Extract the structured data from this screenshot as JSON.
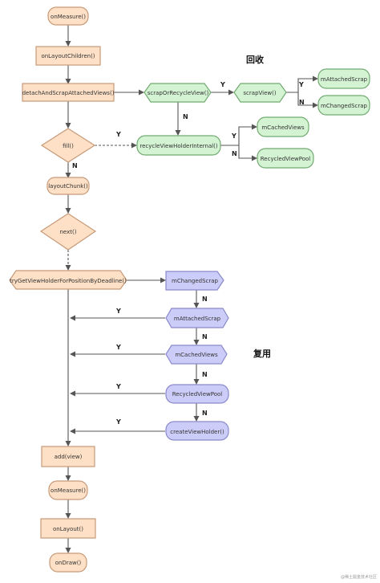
{
  "colors": {
    "orange_fill": "#FDE0C6",
    "orange_stroke": "#C79A79",
    "green_fill": "#D4F3D3",
    "green_stroke": "#72AB72",
    "purple_fill": "#CCCCF8",
    "purple_stroke": "#8A8ACB",
    "edge": "#555555"
  },
  "titles": {
    "recycle": "回收",
    "reuse": "复用"
  },
  "nodes": {
    "onMeasure_top": "onMeasure()",
    "onLayoutChildren": "onLayoutChildren()",
    "detachAndScrap": "detachAndScrapAttachedViews()",
    "fill": "fill()",
    "layoutChunk": "layoutChunk()",
    "next": "next()",
    "tryGetViewHolder": "tryGetViewHolderForPositionByDeadline()",
    "add": "add(view)",
    "onMeasure_bottom": "onMeasure()",
    "onLayout": "onLayout()",
    "onDraw": "onDraw()",
    "scrapOrRecycleView": "scrapOrRecycleView()",
    "scrapView": "scrapView()",
    "rec_mAttachedScrap": "mAttachedScrap",
    "rec_mChangedScrap": "mChangedScrap",
    "recycleViewHolderInternal": "recycleViewHolderInternal()",
    "rec_mCachedViews": "mCachedViews",
    "rec_RecycledViewPool": "RecycledViewPool",
    "reuse_mChangedScrap": "mChangedScrap",
    "reuse_mAttachedScrap": "mAttachedScrap",
    "reuse_mCachedViews": "mCachedViews",
    "reuse_RecycledViewPool": "RecycledViewPool",
    "createViewHolder": "createViewHolder()"
  },
  "edge_labels": {
    "yes": "Y",
    "no": "N"
  },
  "watermark": "@稀土掘金技术社区"
}
